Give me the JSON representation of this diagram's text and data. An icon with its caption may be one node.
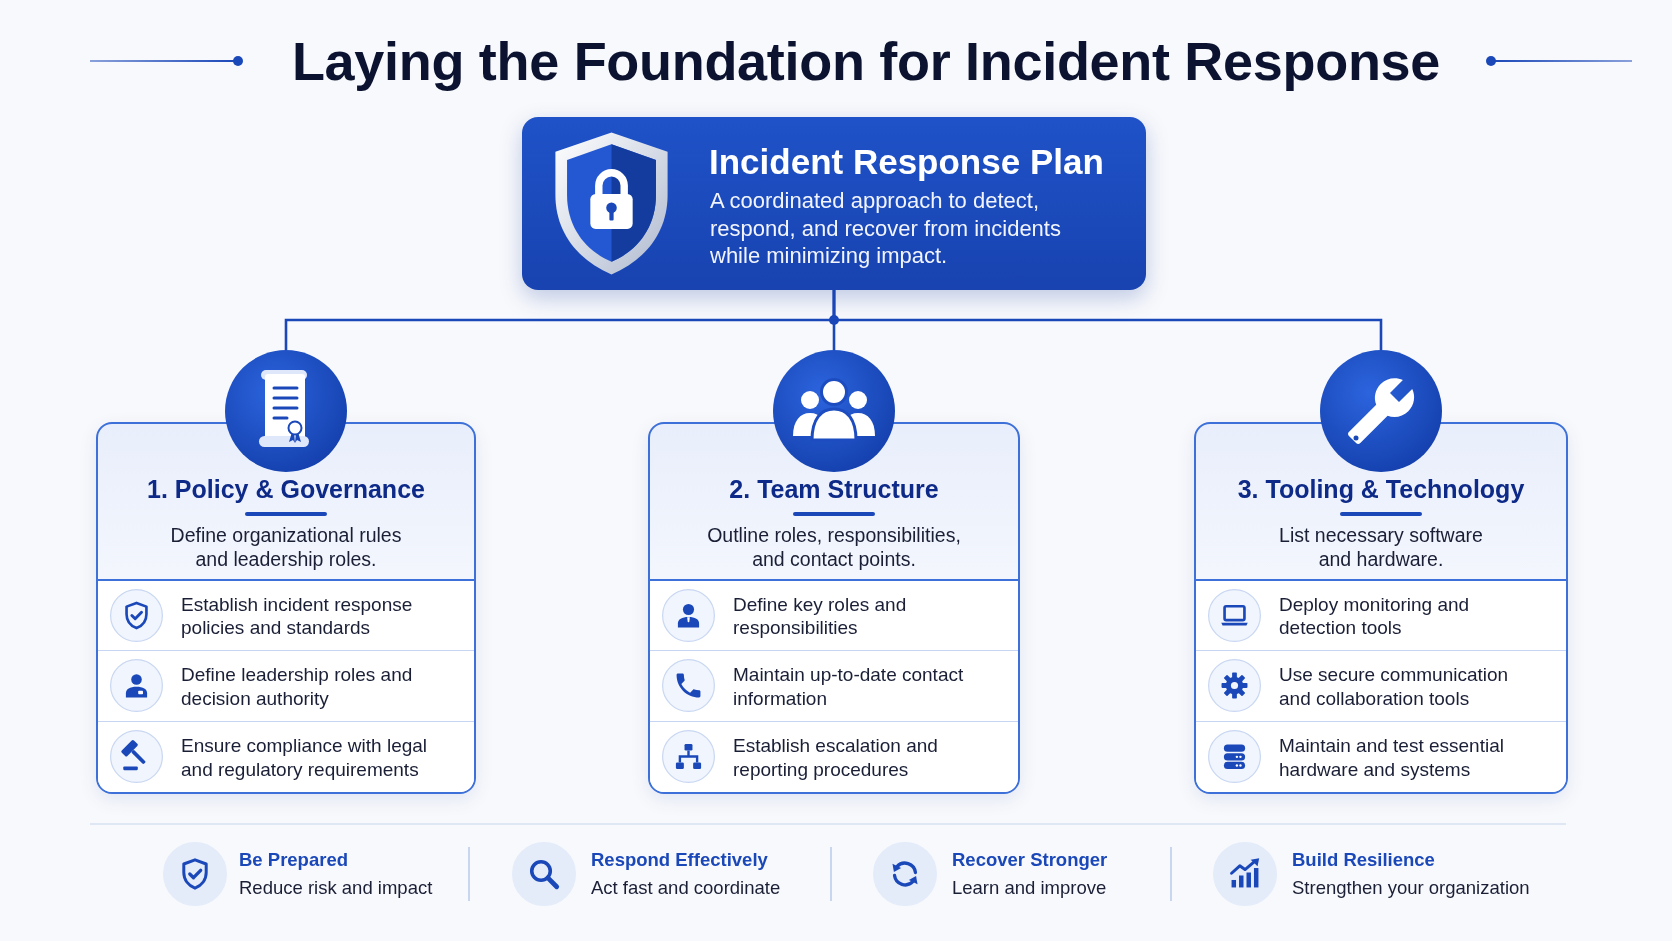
{
  "diagram": {
    "title": "Laying the Foundation for Incident Response",
    "nodes": [
      {
        "text": [
          "Incident Response Plan",
          "A coordinated approach to detect, respond, and recover from incidents while minimizing impact."
        ]
      },
      {
        "text": [
          "1. Policy & Governance",
          "Define organizational rules and leadership roles."
        ]
      },
      {
        "text": [
          "Establish incident response policies and standards"
        ],
        "in": 1
      },
      {
        "text": [
          "Define leadership roles and decision authority"
        ],
        "in": 1
      },
      {
        "text": [
          "Ensure compliance with legal and regulatory requirements"
        ],
        "in": 1
      },
      {
        "text": [
          "2. Team Structure",
          "Outline roles, responsibilities, and contact points."
        ]
      },
      {
        "text": [
          "Define key roles and responsibilities"
        ],
        "in": 5
      },
      {
        "text": [
          "Maintain up-to-date contact information"
        ],
        "in": 5
      },
      {
        "text": [
          "Establish escalation and reporting procedures"
        ],
        "in": 5
      },
      {
        "text": [
          "3. Tooling & Technology",
          "List necessary software and hardware."
        ]
      },
      {
        "text": [
          "Deploy monitoring and detection tools"
        ],
        "in": 9
      },
      {
        "text": [
          "Use secure communication and collaboration tools"
        ],
        "in": 9
      },
      {
        "text": [
          "Maintain and test essential hardware and systems"
        ],
        "in": 9
      }
    ],
    "edges": [
      {
        "from": 0,
        "to": 1,
        "arrow": "none"
      },
      {
        "from": 0,
        "to": 5,
        "arrow": "none"
      },
      {
        "from": 0,
        "to": 9,
        "arrow": "none"
      }
    ],
    "labels": [
      "Be Prepared",
      "Reduce risk and impact",
      "Respond Effectively",
      "Act fast and coordinate",
      "Recover Stronger",
      "Learn and improve",
      "Build Resilience",
      "Strengthen your organization"
    ]
  }
}
